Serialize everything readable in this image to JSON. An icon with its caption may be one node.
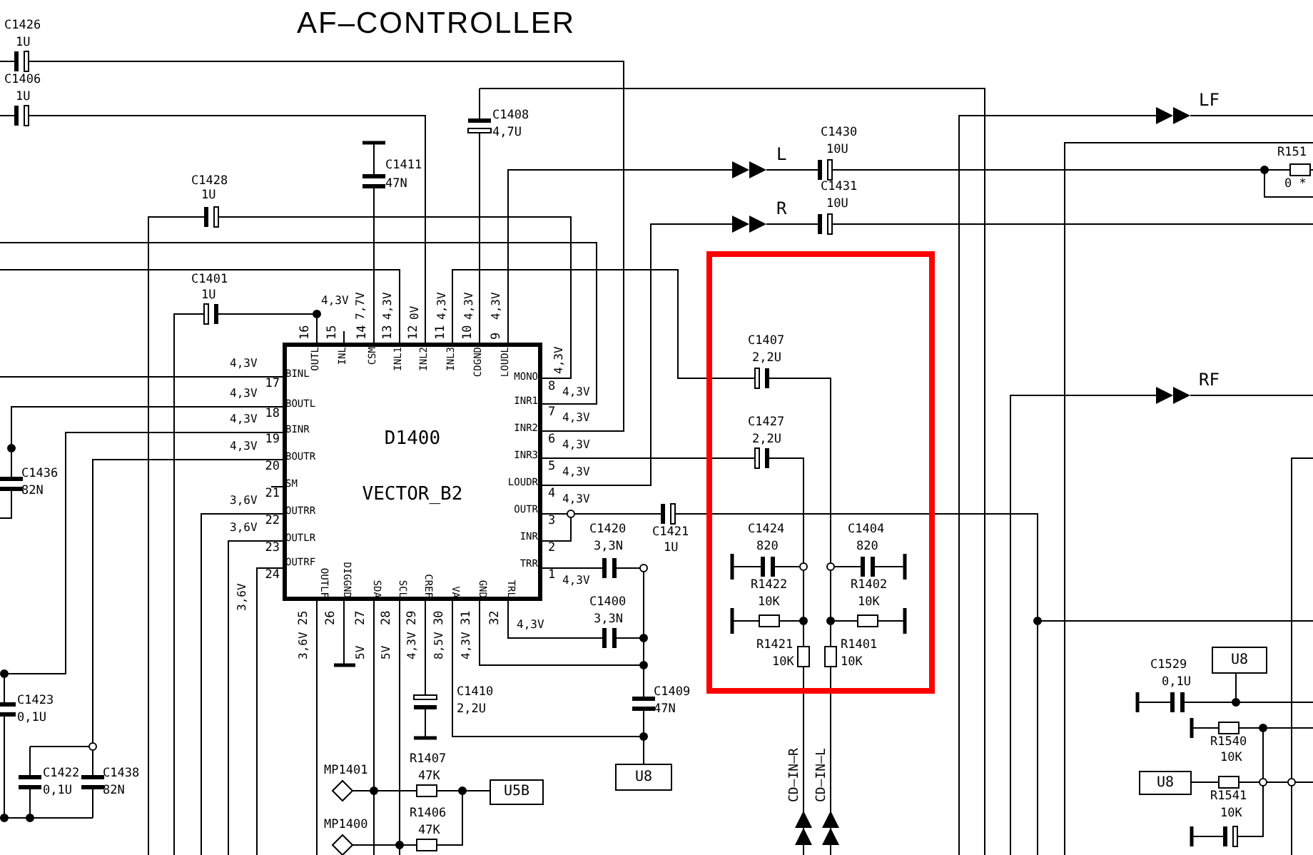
{
  "diagram": {
    "title": "AF–CONTROLLER",
    "nodes": [
      {
        "text": [
          "D1400",
          "VECTOR_B2"
        ]
      },
      {
        "text": [
          "U5B"
        ]
      },
      {
        "text": [
          "U8"
        ]
      },
      {
        "text": [
          "U8"
        ]
      },
      {
        "text": [
          "U8"
        ]
      }
    ],
    "edges": [
      {
        "from": 0,
        "to": 2,
        "arrow": "none"
      }
    ],
    "labels": [
      "C1426",
      "1U",
      "C1406",
      "1U",
      "LF",
      "C1408",
      "4,7U",
      "C1430",
      "L",
      "10U",
      "R151",
      "C1411",
      "C1428",
      "47N",
      "C1431",
      "0 *",
      "1U",
      "R",
      "10U",
      "C1401",
      "1U",
      "4,3V",
      "7,7V",
      "4,3V",
      "0V",
      "4,3V",
      "4,3V",
      "4,3V",
      "16",
      "15",
      "14",
      "13",
      "12",
      "11",
      "10",
      "9",
      "OUTL",
      "INL",
      "CSM",
      "INL1",
      "INL2",
      "INL3",
      "CDGND",
      "LOUDL",
      "4,3V",
      "MONO",
      "8",
      "4,3V",
      "INR1",
      "7",
      "4,3V",
      "INR2",
      "6",
      "4,3V",
      "INR3",
      "5",
      "4,3V",
      "LOUDR",
      "4",
      "4,3V",
      "OUTR",
      "3",
      "INR",
      "2",
      "TRR",
      "1",
      "4,3V",
      "4,3V",
      "17",
      "BINL",
      "4,3V",
      "18",
      "BOUTL",
      "4,3V",
      "19",
      "BINR",
      "4,3V",
      "20",
      "BOUTR",
      "21",
      "SM",
      "3,6V",
      "22",
      "OUTRR",
      "3,6V",
      "23",
      "OUTLR",
      "24",
      "OUTRF",
      "3,6V",
      "OUTLF",
      "DIGGND",
      "SDA",
      "SCL",
      "CREF",
      "VA",
      "GND",
      "TRL",
      "25",
      "26",
      "27",
      "28",
      "29",
      "30",
      "31",
      "32",
      "3,6V",
      "5V",
      "5V",
      "4,3V",
      "8,5V",
      "4,3V",
      "4,3V",
      "C1420",
      "3,3N",
      "C1421",
      "1U",
      "C1400",
      "3,3N",
      "C1407",
      "2,2U",
      "C1427",
      "2,2U",
      "RF",
      "C1424",
      "820",
      "C1404",
      "820",
      "R1422",
      "10K",
      "R1402",
      "10K",
      "C1436",
      "82N",
      "R1421",
      "10K",
      "R1401",
      "10K",
      "C1529",
      "0,1U",
      "C1409",
      "47N",
      "C1410",
      "2,2U",
      "C1423",
      "0,1U",
      "CD–IN–R",
      "CD–IN–L",
      "R1540",
      "R1407",
      "10K",
      "C1422",
      "C1438",
      "MP1401",
      "47K",
      "0,1U",
      "82N",
      "R1541",
      "R1406",
      "10K",
      "MP1400",
      "47K"
    ]
  }
}
